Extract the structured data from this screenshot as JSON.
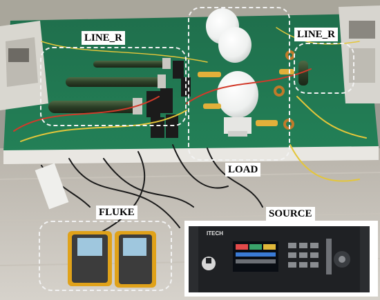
{
  "labels": {
    "line_r_left": "LINE_R",
    "line_r_right": "LINE_R",
    "load": "LOAD",
    "fluke": "FLUKE",
    "source": "SOURCE"
  },
  "source_instrument": {
    "brand": "ITECH"
  },
  "colors": {
    "bench_mat": "#1f7a52",
    "frame_border": "#000000",
    "dashed_box": "#f2f2f2",
    "label_bg": "#ffffff"
  }
}
